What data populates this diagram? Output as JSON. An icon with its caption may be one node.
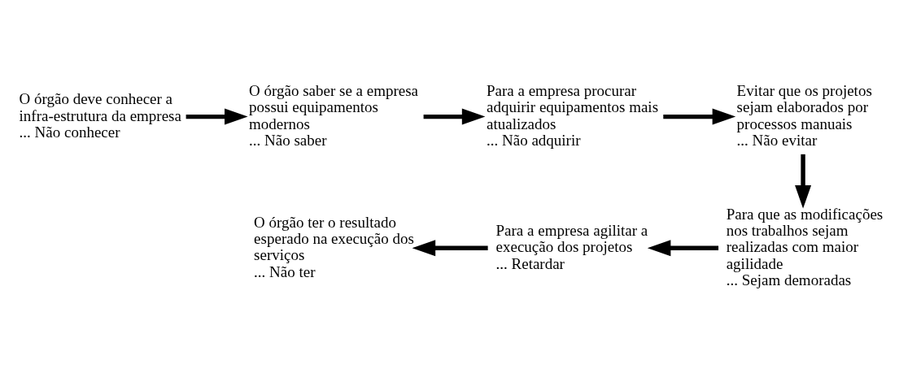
{
  "diagram": {
    "nodes": [
      {
        "text": [
          "O órgão deve conhecer a infra-estrutura da empresa",
          "... Não conhecer"
        ]
      },
      {
        "text": [
          "O órgão saber se a empresa possui equipamentos modernos",
          "... Não saber"
        ]
      },
      {
        "text": [
          "Para a empresa procurar adquirir equipamentos mais atualizados",
          "... Não adquirir"
        ]
      },
      {
        "text": [
          "Evitar que os projetos sejam elaborados por processos manuais",
          "... Não evitar"
        ]
      },
      {
        "text": [
          "Para que as modificações nos trabalhos sejam realizadas com maior agilidade",
          "... Sejam demoradas"
        ]
      },
      {
        "text": [
          "Para a empresa agilitar a execução dos projetos",
          "... Retardar"
        ]
      },
      {
        "text": [
          "O órgão ter o resultado esperado na execução dos serviços",
          "... Não ter"
        ]
      }
    ],
    "edges": [
      {
        "from": 0,
        "to": 1,
        "arrow": "to"
      },
      {
        "from": 1,
        "to": 2,
        "arrow": "to"
      },
      {
        "from": 2,
        "to": 3,
        "arrow": "to"
      },
      {
        "from": 3,
        "to": 4,
        "arrow": "to"
      },
      {
        "from": 4,
        "to": 5,
        "arrow": "to"
      },
      {
        "from": 5,
        "to": 6,
        "arrow": "to"
      }
    ]
  }
}
